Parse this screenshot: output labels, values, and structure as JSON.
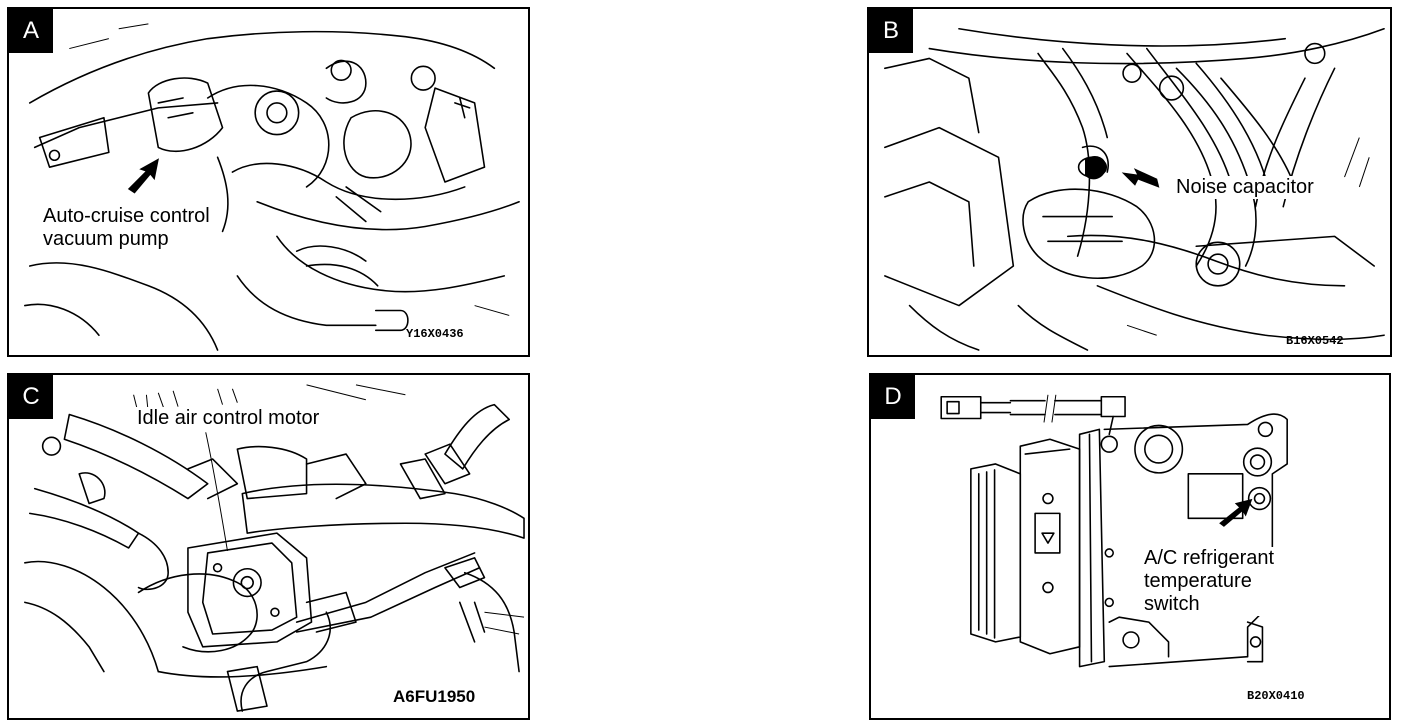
{
  "panels": [
    {
      "letter": "A",
      "label_lines": [
        "Auto-cruise control",
        "vacuum pump"
      ],
      "code": "Y16X0436"
    },
    {
      "letter": "B",
      "label_lines": [
        "Noise capacitor"
      ],
      "code": "B16X0542"
    },
    {
      "letter": "C",
      "label_lines": [
        "Idle air control motor"
      ],
      "code": "A6FU1950"
    },
    {
      "letter": "D",
      "label_lines": [
        "A/C refrigerant",
        "temperature",
        "switch"
      ],
      "code": "B20X0410"
    }
  ]
}
